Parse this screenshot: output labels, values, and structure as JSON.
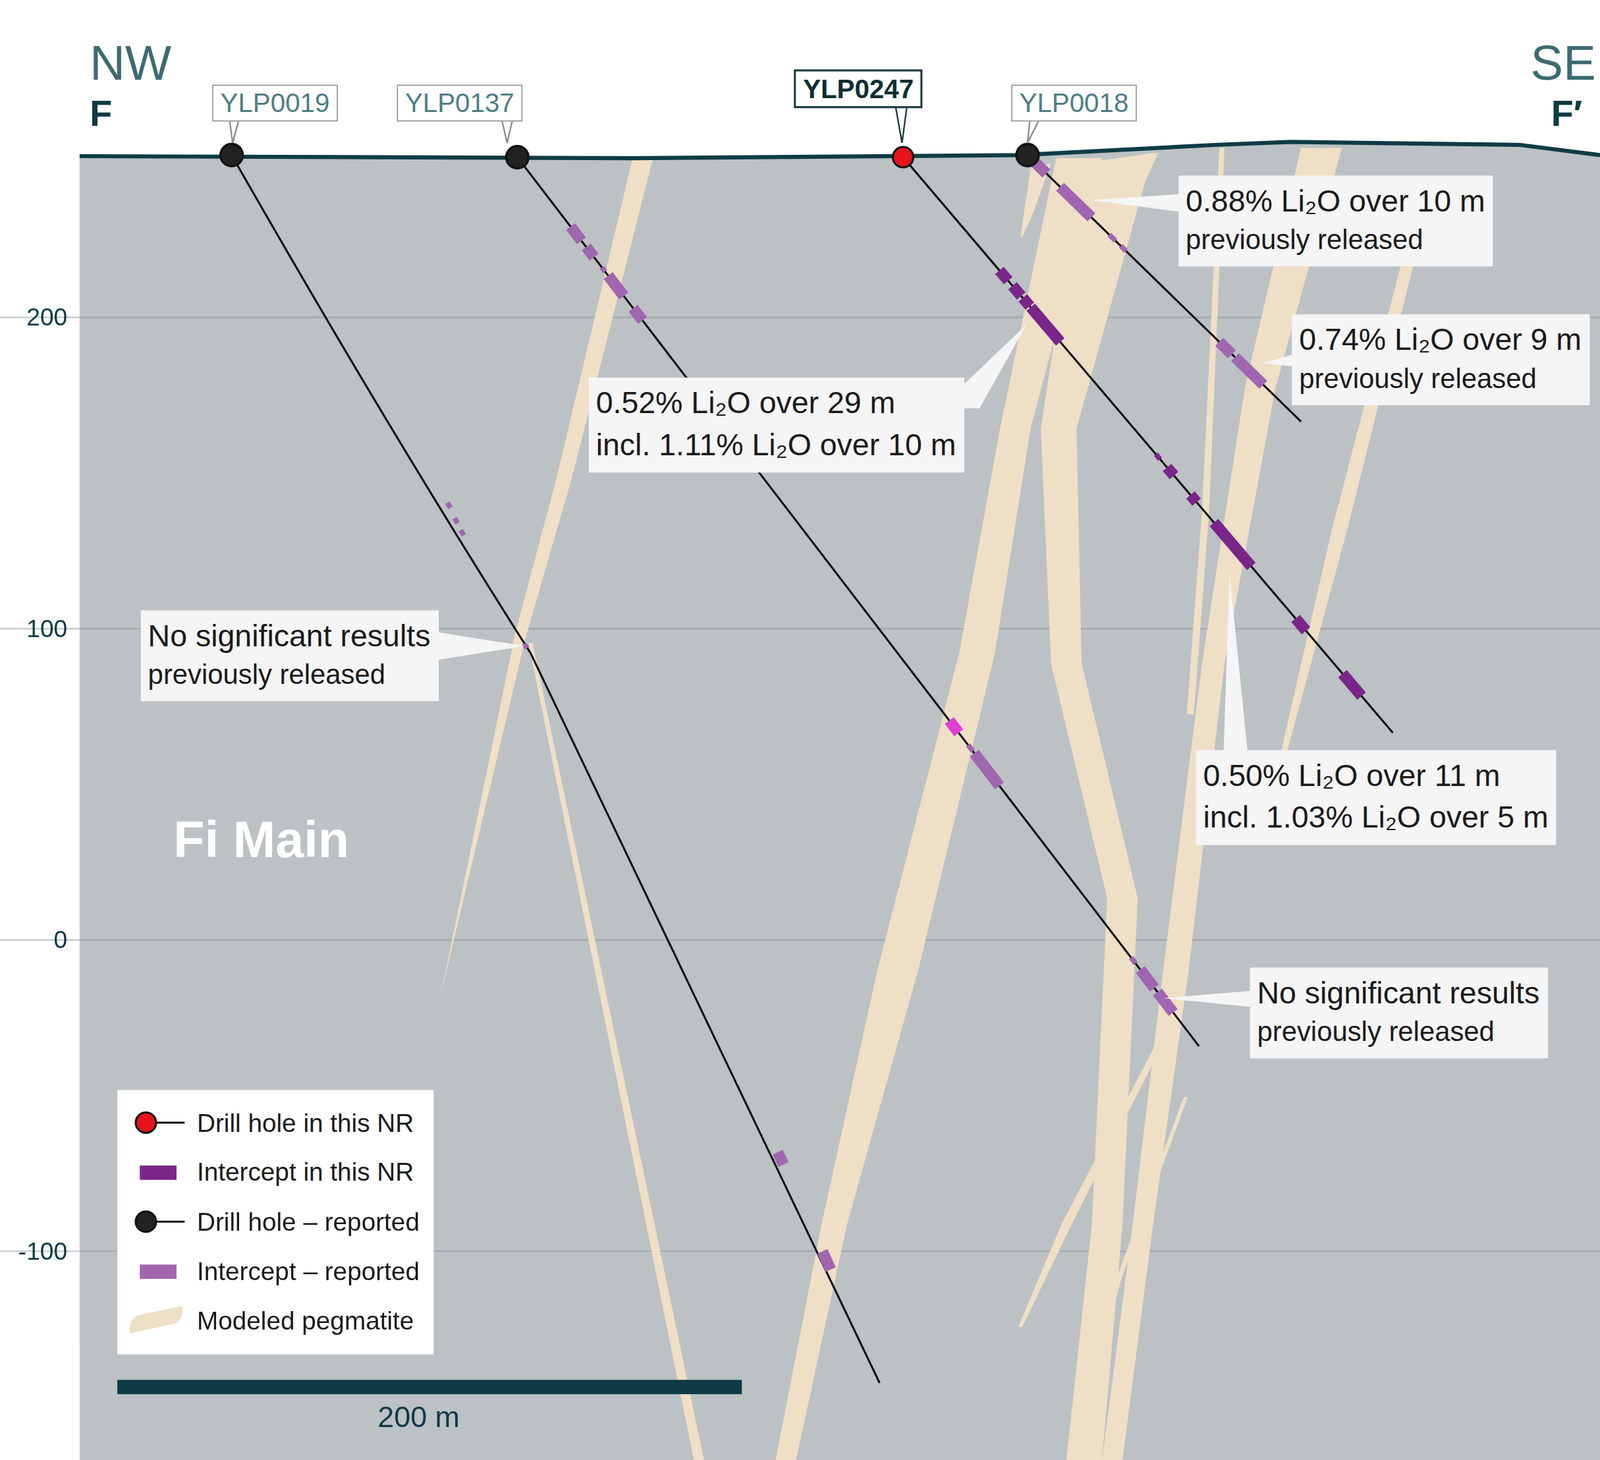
{
  "diagram": {
    "nodes": [
      {
        "text": [
          "YLP0019"
        ]
      },
      {
        "text": [
          "YLP0137"
        ]
      },
      {
        "text": [
          "YLP0247"
        ]
      },
      {
        "text": [
          "YLP0018"
        ]
      },
      {
        "text": [
          "0.88% Li₂O over 10 m",
          "previously released"
        ]
      },
      {
        "text": [
          "0.74% Li₂O over 9 m",
          "previously released"
        ]
      },
      {
        "text": [
          "0.52% Li₂O over 29 m",
          "incl. 1.11% Li₂O over 10 m"
        ]
      },
      {
        "text": [
          "0.50% Li₂O over 11 m",
          "incl. 1.03% Li₂O over 5 m"
        ]
      },
      {
        "text": [
          "No significant results",
          "previously released"
        ]
      },
      {
        "text": [
          "No significant results",
          "previously released"
        ]
      }
    ],
    "labels": [
      "NW",
      "F",
      "SE",
      "F′",
      "200",
      "100",
      "0",
      "-100",
      "Fi Main",
      "200 m"
    ],
    "legend": [
      {
        "text": "Drill hole in this NR"
      },
      {
        "text": "Intercept in this NR",
        "color": "#7a2589"
      },
      {
        "text": "Drill hole – reported"
      },
      {
        "text": "Intercept – reported",
        "color": "#a066b0"
      },
      {
        "text": "Modeled pegmatite",
        "color": "#efdfc6"
      }
    ]
  }
}
